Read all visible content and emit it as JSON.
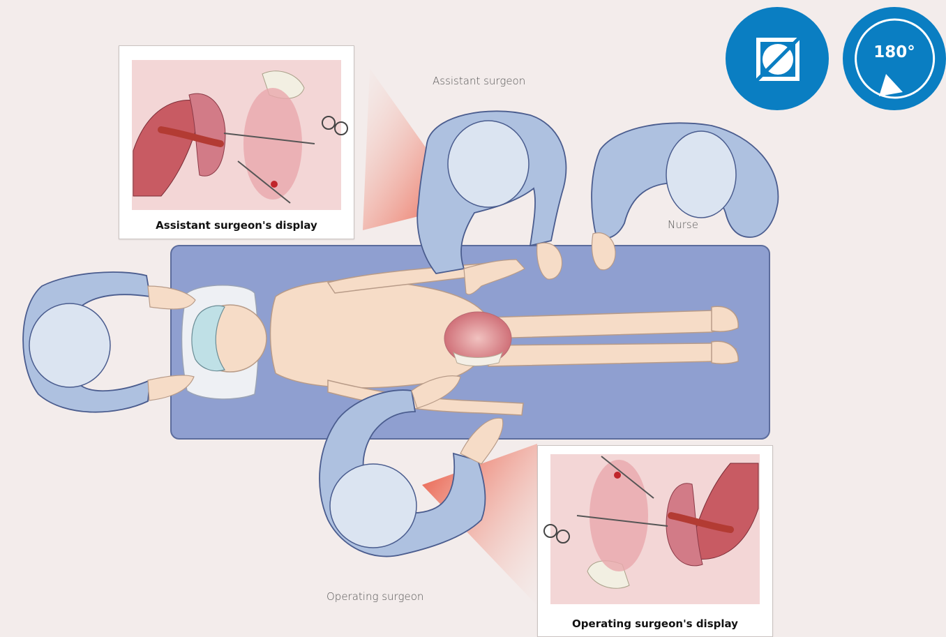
{
  "labels": {
    "assistant_surgeon": "Assistant surgeon",
    "nurse": "Nurse",
    "operating_surgeon": "Operating surgeon"
  },
  "displays": {
    "assistant_caption": "Assistant surgeon's display",
    "operating_caption": "Operating surgeon's display"
  },
  "icons": {
    "mirror": "mirror-flip-icon",
    "rotate": "rotate-180-icon",
    "rotate_text": "180°"
  },
  "colors": {
    "background": "#f3eceb",
    "table": "#8f9fd0",
    "gown": "#aec1e0",
    "gown_outline": "#4a5c8e",
    "skin": "#f6dcc7",
    "accent_blue": "#0a7ec2",
    "view_cone": "#e8472f"
  }
}
